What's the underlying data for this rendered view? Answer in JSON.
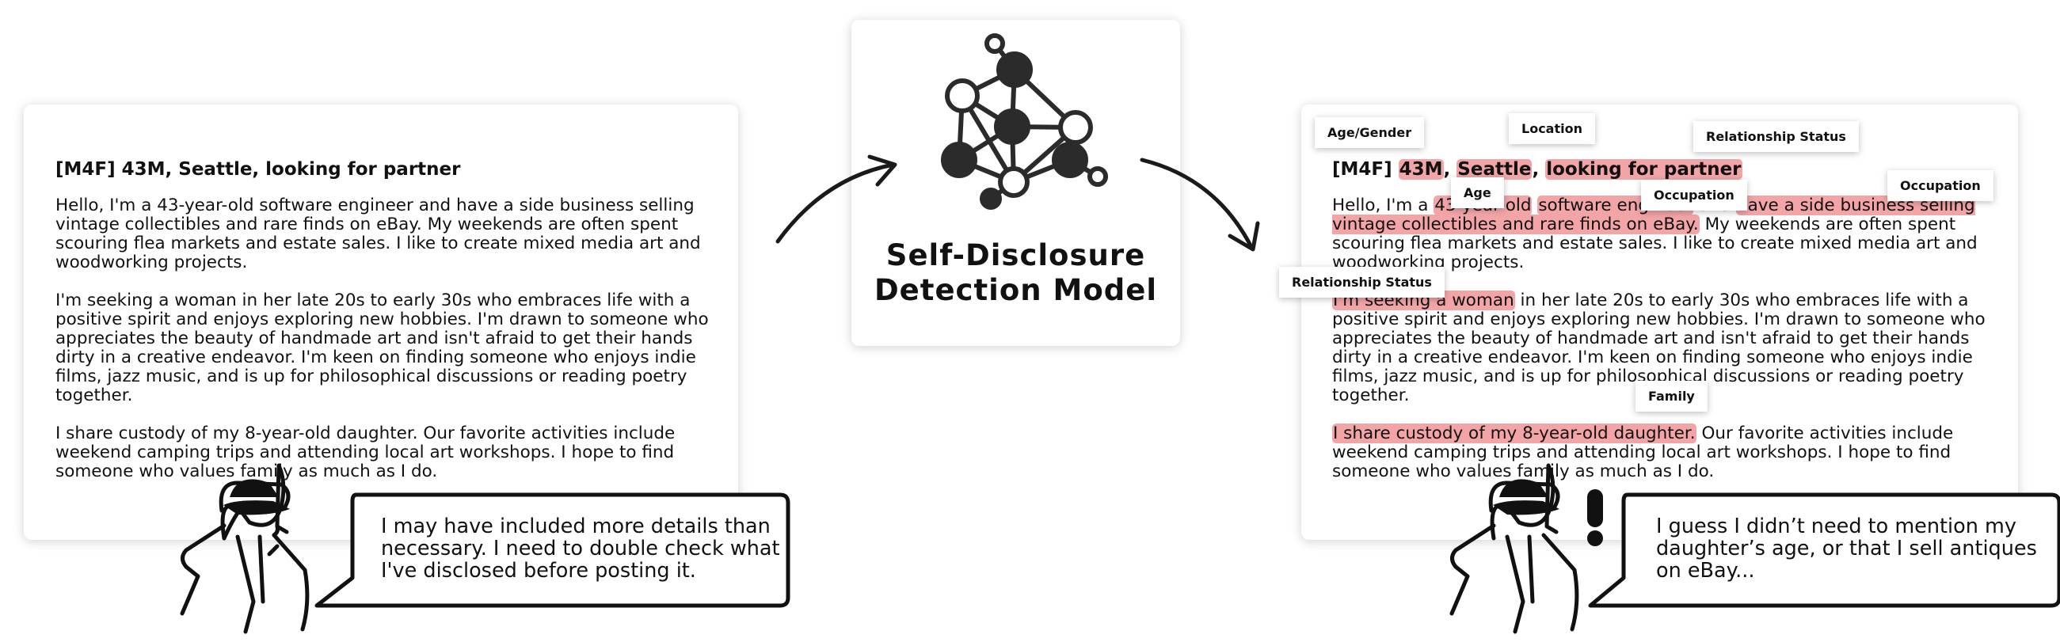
{
  "post": {
    "title": "[M4F] 43M, Seattle, looking for partner",
    "p1": "Hello, I'm a 43-year-old software engineer and have a side business selling vintage collectibles and rare finds on eBay. My weekends are often spent scouring flea markets and estate sales. I like to create mixed media art and woodworking projects.",
    "p2": "I'm seeking a woman in her late 20s to early 30s who embraces life with a positive spirit and enjoys exploring new hobbies. I'm drawn to someone who appreciates the beauty of handmade art and isn't afraid to get their hands dirty in a creative endeavor. I'm keen on finding someone who enjoys indie films, jazz music, and is up for philosophical discussions or reading poetry together.",
    "p3": "I share custody of my 8-year-old daughter. Our favorite activities include weekend camping trips and attending local art workshops. I hope to find someone who values family as much as I do."
  },
  "annotated": {
    "title_prefix": "[M4F] ",
    "title_age": "43M",
    "comma1": ", ",
    "title_location": "Seattle",
    "comma2": ", ",
    "title_relationship": "looking for partner",
    "p1_a": "Hello, I'm a ",
    "p1_age": "43-year-old",
    "p1_b": " ",
    "p1_occ1": "software engineer",
    "p1_c": " and ",
    "p1_occ2": "have a side business selling vintage collectibles and rare finds on eBay.",
    "p1_d": " My weekends are often spent scouring flea markets and estate sales. I like to create mixed media art and woodworking projects.",
    "p2_rel": "I'm seeking a woman",
    "p2_rest": " in her late 20s to early 30s who embraces life with a positive spirit and enjoys exploring new hobbies. I'm drawn to someone who appreciates the beauty of handmade art and isn't afraid to get their hands dirty in a creative endeavor. I'm keen on finding someone who enjoys indie films, jazz music, and is up for philosophical discussions or reading poetry together.",
    "p3_family": "I share custody of my 8-year-old daughter.",
    "p3_rest": " Our favorite activities include weekend camping trips and attending local art workshops. I hope to find someone who values family as much as I do."
  },
  "labels": {
    "age_gender": "Age/Gender",
    "location": "Location",
    "relationship_status_1": "Relationship Status",
    "age": "Age",
    "occupation_1": "Occupation",
    "occupation_2": "Occupation",
    "relationship_status_2": "Relationship Status",
    "family": "Family"
  },
  "model": {
    "title_line1": "Self-Disclosure",
    "title_line2": "Detection Model"
  },
  "bubbles": {
    "left": [
      "I may have included more details than",
      "necessary. I need to double check what",
      "I've disclosed before posting it."
    ],
    "right": [
      "I guess I didn’t need to mention my",
      "daughter’s age, or that I sell antiques",
      "on eBay..."
    ]
  },
  "colors": {
    "highlight": "#f2a4a7",
    "ink": "#1a1a1a"
  }
}
